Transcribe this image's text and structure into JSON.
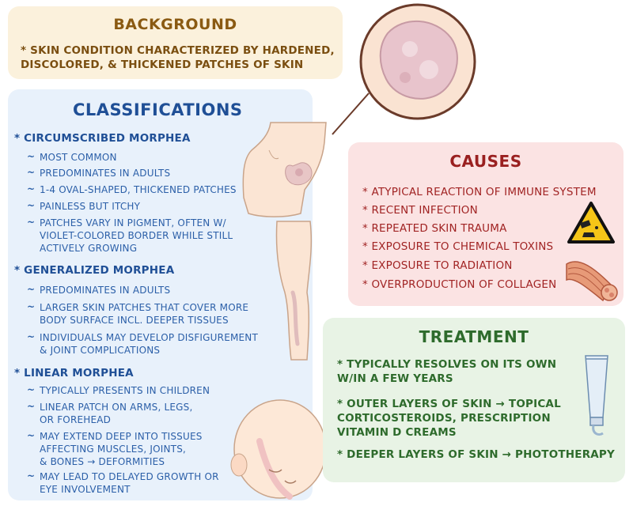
{
  "background": {
    "title": "BACKGROUND",
    "text": "* SKIN CONDITION CHARACTERIZED by HARDENED,\nDISCOLORED, & THICKENED PATCHES of SKIN"
  },
  "classifications": {
    "title": "CLASSIFICATIONS",
    "sections": [
      {
        "heading": "* CIRCUMSCRIBED MORPHEA",
        "items": [
          "MOST COMMON",
          "PREDOMINATES in ADULTS",
          "1-4 OVAL-SHAPED, THICKENED PATCHES",
          "PAINLESS but ITCHY",
          "PATCHES VARY in PIGMENT, OFTEN w/\nVIOLET-COLORED BORDER WHILE STILL\nACTIVELY GROWING"
        ]
      },
      {
        "heading": "* GENERALIZED MORPHEA",
        "items": [
          "PREDOMINATES in ADULTS",
          "LARGER SKIN PATCHES THAT COVER MORE\nBODY SURFACE incl. DEEPER TISSUES",
          "INDIVIDUALS MAY DEVELOP DISFIGUREMENT\n& JOINT COMPLICATIONS"
        ]
      },
      {
        "heading": "* LINEAR MORPHEA",
        "items": [
          "TYPICALLY PRESENTS in CHILDREN",
          "LINEAR PATCH on ARMS, LEGS,\nor FOREHEAD",
          "MAY EXTEND DEEP into TISSUES\nAFFECTING MUSCLES, JOINTS,\n& BONES → DEFORMITIES",
          "MAY LEAD to DELAYED GROWTH or\nEYE INVOLVEMENT"
        ]
      }
    ]
  },
  "causes": {
    "title": "CAUSES",
    "items": [
      "* ATYPICAL REACTION of IMMUNE SYSTEM",
      "* RECENT INFECTION",
      "* REPEATED SKIN TRAUMA",
      "* EXPOSURE to CHEMICAL TOXINS",
      "* EXPOSURE to RADIATION",
      "* OVERPRODUCTION of COLLAGEN"
    ]
  },
  "treatment": {
    "title": "TREATMENT",
    "items": [
      "* TYPICALLY RESOLVES on ITS OWN\n   w/in a FEW YEARS",
      "* OUTER LAYERS of SKIN → TOPICAL\n   CORTICOSTEROIDS, PRESCRIPTION\n   VITAMIN D CREAMS",
      "* DEEPER LAYERS of SKIN → PHOTOTHERAPY"
    ]
  },
  "marker": "~",
  "icons": [
    "skin-lesion-icon",
    "torso-icon",
    "leg-icon",
    "infant-head-icon",
    "chemical-hazard-icon",
    "collagen-fiber-icon",
    "ointment-tube-icon"
  ]
}
